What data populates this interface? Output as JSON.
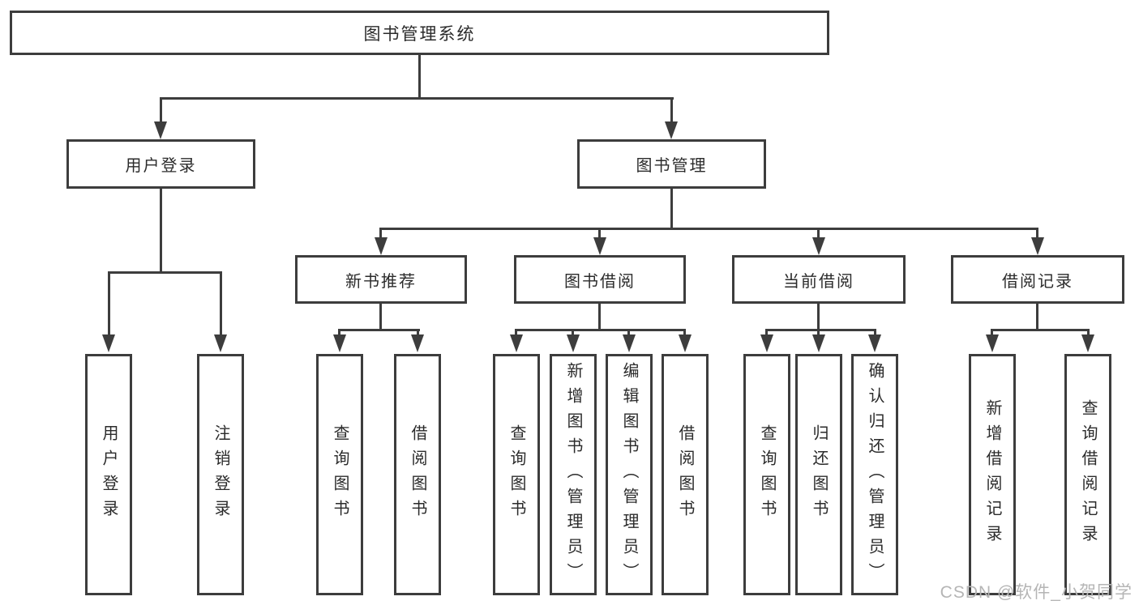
{
  "nodes": {
    "root": "图书管理系统",
    "user_login": "用户登录",
    "book_management": "图书管理",
    "new_book_recommend": "新书推荐",
    "book_borrowing": "图书借阅",
    "current_borrowing": "当前借阅",
    "borrowing_records": "借阅记录",
    "leaves": {
      "user_login": [
        "用户登录",
        "注销登录"
      ],
      "new_book_recommend": [
        "查询图书",
        "借阅图书"
      ],
      "book_borrowing": [
        "查询图书",
        "新增图书（管理员）",
        "编辑图书（管理员）",
        "借阅图书"
      ],
      "current_borrowing": [
        "查询图书",
        "归还图书",
        "确认归还（管理员）"
      ],
      "borrowing_records": [
        "新增借阅记录",
        "查询借阅记录"
      ]
    }
  },
  "watermark": "CSDN @软件_小贺同学",
  "colors": {
    "line": "#3d3d3d",
    "text": "#2b2b2b",
    "watermark": "#b5b5b5",
    "background": "#ffffff"
  }
}
